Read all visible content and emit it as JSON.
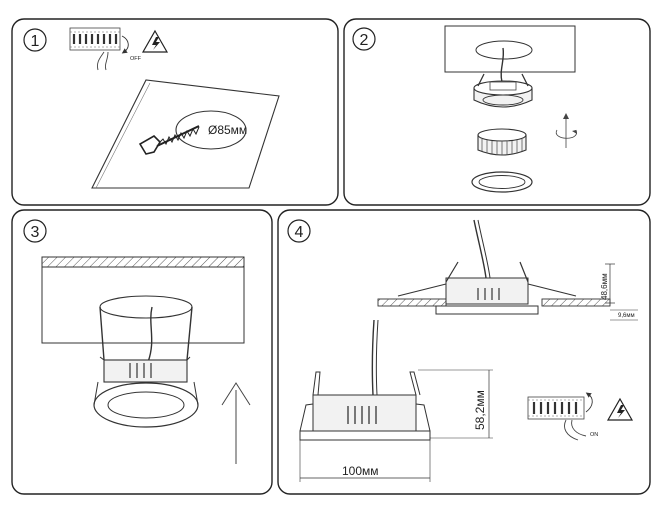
{
  "panels": [
    {
      "number": "1",
      "hole_diameter": "Ø85мм",
      "switch_state": "OFF"
    },
    {
      "number": "2"
    },
    {
      "number": "3"
    },
    {
      "number": "4",
      "height_installed": "48,6мм",
      "bezel_thickness": "9,6мм",
      "height_total": "58,2мм",
      "width_total": "100мм",
      "switch_state": "ON"
    }
  ],
  "colors": {
    "stroke": "#333333",
    "panel_border": "#222222",
    "fill_light": "#f2f2f2"
  },
  "icons": [
    "lightning-warning-icon",
    "circuit-breaker-icon",
    "hand-icon",
    "rotate-arrow-icon",
    "up-arrow-icon",
    "hole-saw-icon"
  ]
}
